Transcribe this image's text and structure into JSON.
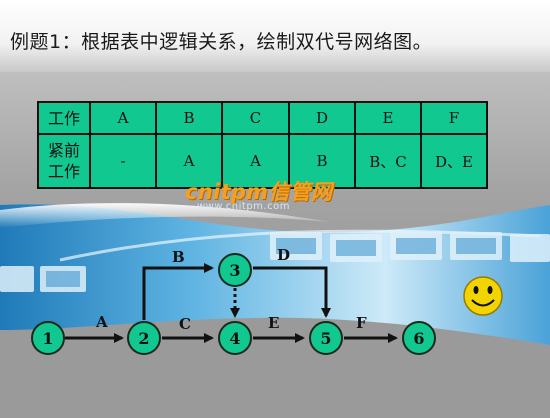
{
  "title": "例题1：根据表中逻辑关系，绘制双代号网络图。",
  "table": {
    "row1_header": "工作",
    "row2_header_lines": [
      "紧前",
      "工作"
    ],
    "work": [
      "A",
      "B",
      "C",
      "D",
      "E",
      "F"
    ],
    "predecessors": [
      "-",
      "A",
      "A",
      "B",
      "B、C",
      "D、E"
    ]
  },
  "watermark": {
    "brand": "cnitpm信管网",
    "url": "www.cnitpm.com"
  },
  "network": {
    "nodes": [
      "1",
      "2",
      "3",
      "4",
      "5",
      "6"
    ],
    "activities": [
      {
        "label": "A",
        "from": "1",
        "to": "2"
      },
      {
        "label": "B",
        "from": "2",
        "to": "3"
      },
      {
        "label": "C",
        "from": "2",
        "to": "4"
      },
      {
        "label": "D",
        "from": "3",
        "to": "5"
      },
      {
        "label": "E",
        "from": "4",
        "to": "5"
      },
      {
        "label": "F",
        "from": "5",
        "to": "6"
      }
    ],
    "dummy": {
      "from": "3",
      "to": "4"
    }
  },
  "colors": {
    "table_fill": "#10c890",
    "node_fill": "#10c890",
    "node_stroke": "#1a2a1a",
    "smiley": "#f2d400"
  },
  "icons": [
    "smiley-face-icon"
  ]
}
